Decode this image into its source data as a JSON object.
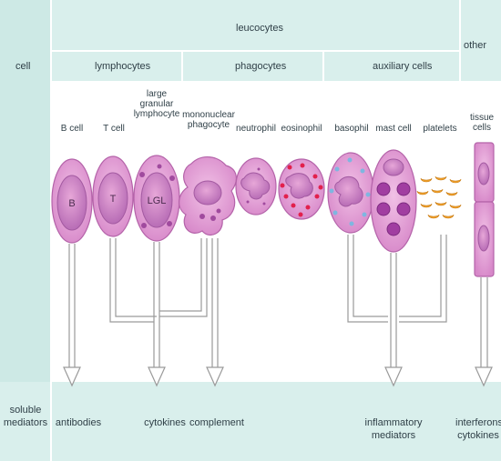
{
  "header": {
    "cell": "cell",
    "leucocytes": "leucocytes",
    "other": "other",
    "lymphocytes": "lymphocytes",
    "phagocytes": "phagocytes",
    "auxiliary_cells": "auxiliary cells"
  },
  "cells": {
    "b_cell": "B cell",
    "t_cell": "T cell",
    "lgl": "large\ngranular\nlymphocyte",
    "mononuclear": "mononuclear\nphagocyte",
    "neutrophil": "neutrophil",
    "eosinophil": "eosinophil",
    "basophil": "basophil",
    "mast_cell": "mast cell",
    "platelets": "platelets",
    "tissue_cells": "tissue\ncells"
  },
  "cell_markers": {
    "b": "B",
    "t": "T",
    "lgl": "LGL"
  },
  "footer": {
    "soluble_mediators": "soluble\nmediators",
    "antibodies": "antibodies",
    "cytokines": "cytokines",
    "complement": "complement",
    "inflammatory": "inflammatory\nmediators",
    "interferons": "interferons\ncytokines"
  },
  "colors": {
    "band": "#d9efec",
    "cell_fill": "#e7a7d8",
    "nucleus": "#c982c6",
    "platelet": "#f2a12a"
  }
}
